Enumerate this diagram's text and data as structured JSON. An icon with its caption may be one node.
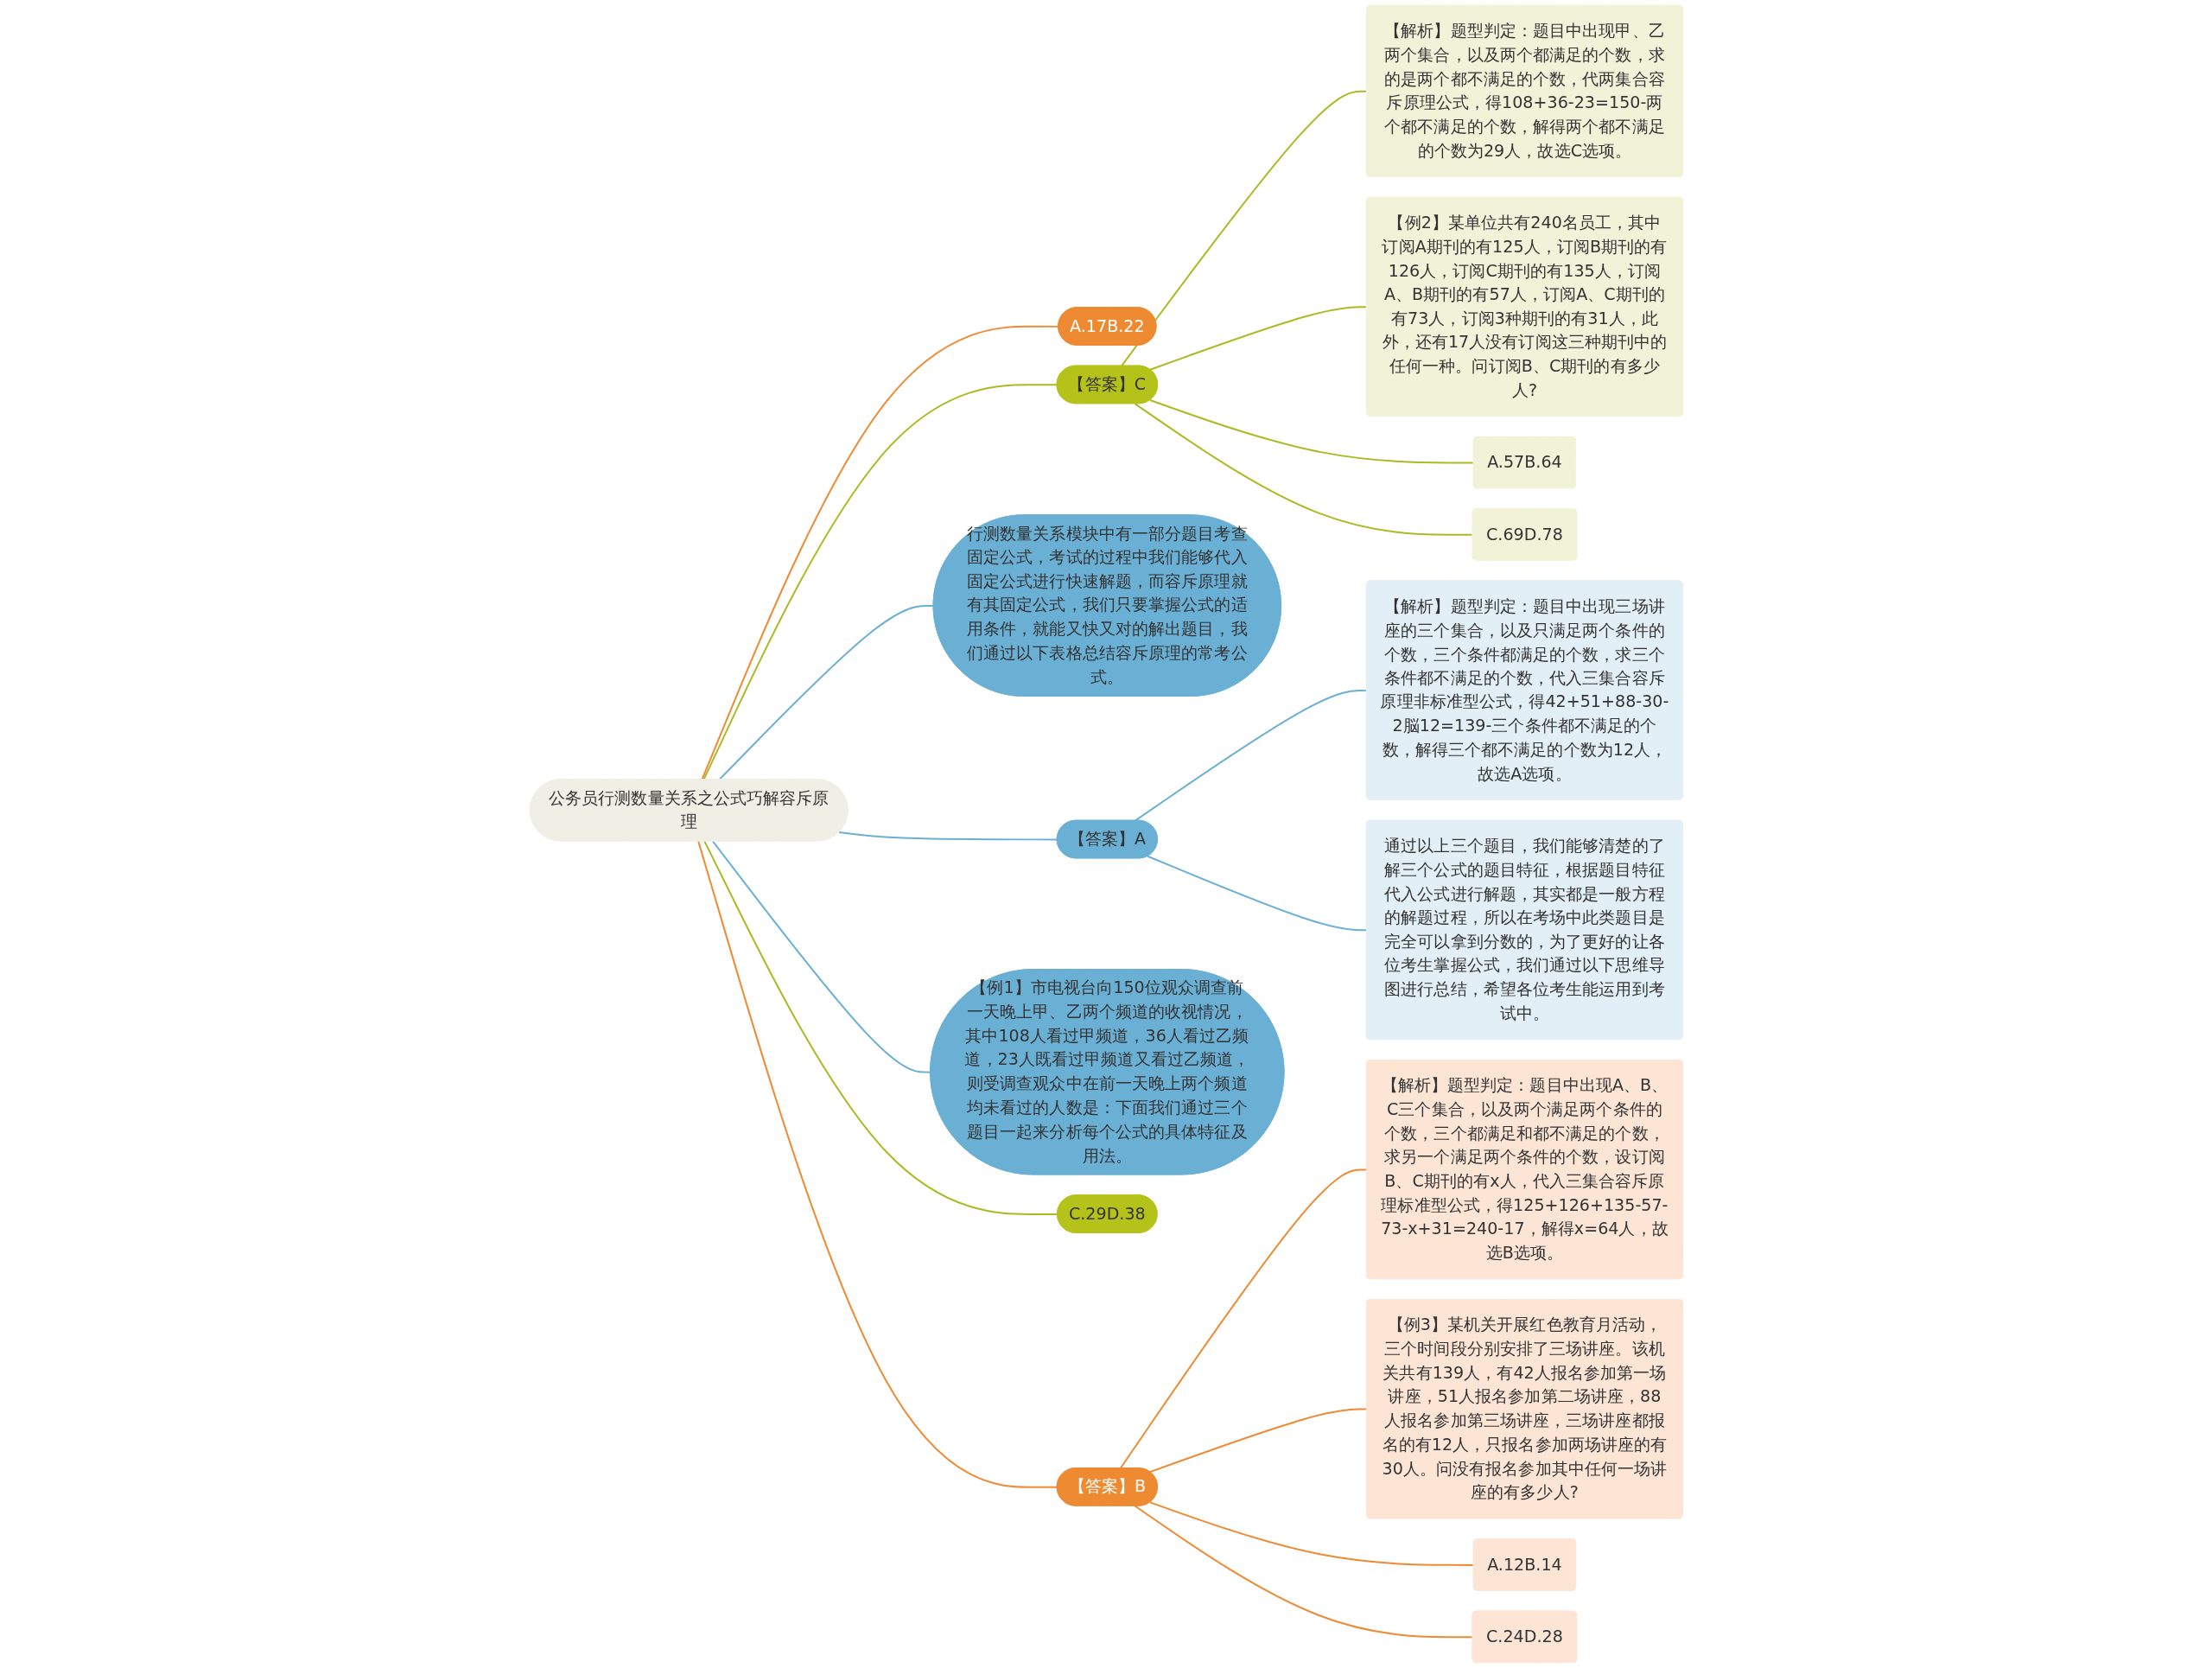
{
  "diagram": {
    "nodes": [
      {
        "text": [
          "公务员行测数量关系之公式巧解容斥原理"
        ]
      },
      {
        "text": [
          "行测数量关系模块中有一部分题目考查固定公式，考试的过程中我们能够代入固定公式进行快速解题，而容斥原理就有其固定公式，我们只要掌握公式的适用条件，就能又快又对的解出题目，我们通过以下表格总结容斥原理的常考公式。"
        ]
      },
      {
        "text": [
          "A.17B.22"
        ]
      },
      {
        "text": [
          "【答案】C"
        ]
      },
      {
        "text": [
          "【解析】题型判定：题目中出现甲、乙两个集合，以及两个都满足的个数，求的是两个都不满足的个数，代两集合容斥原理公式，得108+36-23=150-两个都不满足的个数，解得两个都不满足的个数为29人，故选C选项。"
        ]
      },
      {
        "text": [
          "【例2】某单位共有240名员工，其中订阅A期刊的有125人，订阅B期刊的有126人，订阅C期刊的有135人，订阅A、B期刊的有57人，订阅A、C期刊的有73人，订阅3种期刊的有31人，此外，还有17人没有订阅这三种期刊中的任何一种。问订阅B、C期刊的有多少人?"
        ]
      },
      {
        "text": [
          "A.57B.64"
        ]
      },
      {
        "text": [
          "C.69D.78"
        ]
      },
      {
        "text": [
          "【答案】A"
        ]
      },
      {
        "text": [
          "【解析】题型判定：题目中出现三场讲座的三个集合，以及只满足两个条件的个数，三个条件都满足的个数，求三个条件都不满足的个数，代入三集合容斥原理非标准型公式，得42+51+88-30-2脳12=139-三个条件都不满足的个数，解得三个都不满足的个数为12人，故选A选项。"
        ]
      },
      {
        "text": [
          "通过以上三个题目，我们能够清楚的了解三个公式的题目特征，根据题目特征代入公式进行解题，其实都是一般方程的解题过程，所以在考场中此类题目是完全可以拿到分数的，为了更好的让各位考生掌握公式，我们通过以下思维导图进行总结，希望各位考生能运用到考试中。"
        ]
      },
      {
        "text": [
          "【例1】市电视台向150位观众调查前一天晚上甲、乙两个频道的收视情况，其中108人看过甲频道，36人看过乙频道，23人既看过甲频道又看过乙频道，则受调查观众中在前一天晚上两个频道均未看过的人数是：下面我们通过三个题目一起来分析每个公式的具体特征及用法。"
        ]
      },
      {
        "text": [
          "C.29D.38"
        ]
      },
      {
        "text": [
          "【答案】B"
        ]
      },
      {
        "text": [
          "【解析】题型判定：题目中出现A、B、C三个集合，以及两个满足两个条件的个数，三个都满足和都不满足的个数，求另一个满足两个条件的个数，设订阅B、C期刊的有x人，代入三集合容斥原理标准型公式，得125+126+135-57-73-x+31=240-17，解得x=64人，故选B选项。"
        ]
      },
      {
        "text": [
          "【例3】某机关开展红色教育月活动，三个时间段分别安排了三场讲座。该机关共有139人，有42人报名参加第一场讲座，51人报名参加第二场讲座，88人报名参加第三场讲座，三场讲座都报名的有12人，只报名参加两场讲座的有30人。问没有报名参加其中任何一场讲座的有多少人?"
        ]
      },
      {
        "text": [
          "A.12B.14"
        ]
      },
      {
        "text": [
          "C.24D.28"
        ]
      }
    ],
    "edges": [
      {
        "from": 0,
        "to": 1,
        "arrow": "none",
        "color": "#6aafd4"
      },
      {
        "from": 0,
        "to": 2,
        "arrow": "none",
        "color": "#ee8a32"
      },
      {
        "from": 0,
        "to": 3,
        "arrow": "none",
        "color": "#aabb22"
      },
      {
        "from": 3,
        "to": 4,
        "arrow": "none",
        "color": "#aabb22"
      },
      {
        "from": 3,
        "to": 5,
        "arrow": "none",
        "color": "#aabb22"
      },
      {
        "from": 3,
        "to": 6,
        "arrow": "none",
        "color": "#aabb22"
      },
      {
        "from": 3,
        "to": 7,
        "arrow": "none",
        "color": "#aabb22"
      },
      {
        "from": 0,
        "to": 8,
        "arrow": "none",
        "color": "#6aafd4"
      },
      {
        "from": 8,
        "to": 9,
        "arrow": "none",
        "color": "#6aafd4"
      },
      {
        "from": 8,
        "to": 10,
        "arrow": "none",
        "color": "#6aafd4"
      },
      {
        "from": 0,
        "to": 11,
        "arrow": "none",
        "color": "#6aafd4"
      },
      {
        "from": 0,
        "to": 12,
        "arrow": "none",
        "color": "#aabb22"
      },
      {
        "from": 0,
        "to": 13,
        "arrow": "none",
        "color": "#ee8a32"
      },
      {
        "from": 13,
        "to": 14,
        "arrow": "none",
        "color": "#ee8a32"
      },
      {
        "from": 13,
        "to": 15,
        "arrow": "none",
        "color": "#ee8a32"
      },
      {
        "from": 13,
        "to": 16,
        "arrow": "none",
        "color": "#ee8a32"
      },
      {
        "from": 13,
        "to": 17,
        "arrow": "none",
        "color": "#ee8a32"
      }
    ]
  }
}
